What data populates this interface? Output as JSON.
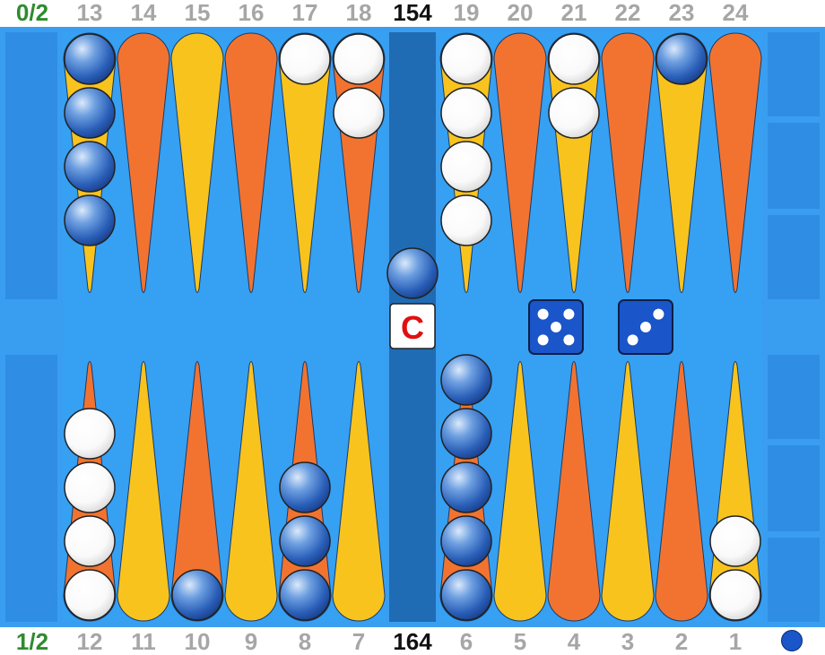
{
  "top_labels": {
    "score": "0/2",
    "left_points": [
      "13",
      "14",
      "15",
      "16",
      "17",
      "18"
    ],
    "pip": "154",
    "right_points": [
      "19",
      "20",
      "21",
      "22",
      "23",
      "24"
    ]
  },
  "bottom_labels": {
    "score": "1/2",
    "left_points": [
      "12",
      "11",
      "10",
      "9",
      "8",
      "7"
    ],
    "pip": "164",
    "right_points": [
      "6",
      "5",
      "4",
      "3",
      "2",
      "1"
    ]
  },
  "cube": {
    "label": "C"
  },
  "dice": [
    5,
    3
  ],
  "colors": {
    "frame": "#3a9ef0",
    "tray": "#2f8de4",
    "felt": "#36a0f3",
    "bar": "#1f6cb4",
    "point_orange": "#f27330",
    "point_yellow": "#f9c31e",
    "die": "#1a55c9",
    "checker_blue": "#2a6fd0",
    "checker_white": "#ffffff",
    "cube_text": "#e01010"
  },
  "checkers": {
    "top": {
      "13": {
        "color": "blue",
        "count": 4
      },
      "17": {
        "color": "white",
        "count": 1
      },
      "18": {
        "color": "white",
        "count": 2
      },
      "19": {
        "color": "white",
        "count": 4
      },
      "21": {
        "color": "white",
        "count": 2
      },
      "23": {
        "color": "blue",
        "count": 1
      }
    },
    "bottom": {
      "12": {
        "color": "white",
        "count": 4
      },
      "10": {
        "color": "blue",
        "count": 1
      },
      "8": {
        "color": "blue",
        "count": 3
      },
      "6": {
        "color": "blue",
        "count": 5
      },
      "1": {
        "color": "white",
        "count": 2
      }
    },
    "bar": {
      "color": "blue",
      "count": 1
    }
  },
  "turn_indicator": {
    "color": "blue"
  }
}
